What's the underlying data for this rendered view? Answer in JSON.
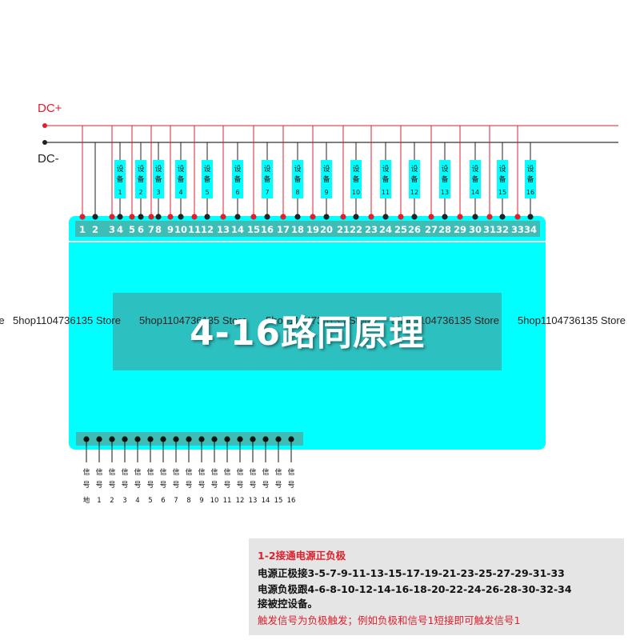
{
  "power": {
    "positive_label": "DC+",
    "negative_label": "DC-"
  },
  "terminals": [
    "1",
    "2",
    "3",
    "4",
    "5",
    "6",
    "7",
    "8",
    "9",
    "10",
    "11",
    "12",
    "13",
    "14",
    "15",
    "16",
    "17",
    "18",
    "19",
    "20",
    "21",
    "22",
    "23",
    "24",
    "25",
    "26",
    "27",
    "28",
    "29",
    "30",
    "31",
    "32",
    "33",
    "34"
  ],
  "devices": [
    {
      "chars": [
        "设",
        "备"
      ],
      "num": "1"
    },
    {
      "chars": [
        "设",
        "备"
      ],
      "num": "2"
    },
    {
      "chars": [
        "设",
        "备"
      ],
      "num": "3"
    },
    {
      "chars": [
        "设",
        "备"
      ],
      "num": "4"
    },
    {
      "chars": [
        "设",
        "备"
      ],
      "num": "5"
    },
    {
      "chars": [
        "设",
        "备"
      ],
      "num": "6"
    },
    {
      "chars": [
        "设",
        "备"
      ],
      "num": "7"
    },
    {
      "chars": [
        "设",
        "备"
      ],
      "num": "8"
    },
    {
      "chars": [
        "设",
        "备"
      ],
      "num": "9"
    },
    {
      "chars": [
        "设",
        "备"
      ],
      "num": "10"
    },
    {
      "chars": [
        "设",
        "备"
      ],
      "num": "11"
    },
    {
      "chars": [
        "设",
        "备"
      ],
      "num": "12"
    },
    {
      "chars": [
        "设",
        "备"
      ],
      "num": "13"
    },
    {
      "chars": [
        "设",
        "备"
      ],
      "num": "14"
    },
    {
      "chars": [
        "设",
        "备"
      ],
      "num": "15"
    },
    {
      "chars": [
        "设",
        "备"
      ],
      "num": "16"
    }
  ],
  "signals": [
    {
      "chars": [
        "信",
        "号"
      ],
      "label": "地"
    },
    {
      "chars": [
        "信",
        "号"
      ],
      "label": "1"
    },
    {
      "chars": [
        "信",
        "号"
      ],
      "label": "2"
    },
    {
      "chars": [
        "信",
        "号"
      ],
      "label": "3"
    },
    {
      "chars": [
        "信",
        "号"
      ],
      "label": "4"
    },
    {
      "chars": [
        "信",
        "号"
      ],
      "label": "5"
    },
    {
      "chars": [
        "信",
        "号"
      ],
      "label": "6"
    },
    {
      "chars": [
        "信",
        "号"
      ],
      "label": "7"
    },
    {
      "chars": [
        "信",
        "号"
      ],
      "label": "8"
    },
    {
      "chars": [
        "信",
        "号"
      ],
      "label": "9"
    },
    {
      "chars": [
        "信",
        "号"
      ],
      "label": "10"
    },
    {
      "chars": [
        "信",
        "号"
      ],
      "label": "11"
    },
    {
      "chars": [
        "信",
        "号"
      ],
      "label": "12"
    },
    {
      "chars": [
        "信",
        "号"
      ],
      "label": "13"
    },
    {
      "chars": [
        "信",
        "号"
      ],
      "label": "14"
    },
    {
      "chars": [
        "信",
        "号"
      ],
      "label": "15"
    },
    {
      "chars": [
        "信",
        "号"
      ],
      "label": "16"
    }
  ],
  "watermark": {
    "segments": [
      "re",
      "5hop1104736135 Store",
      "5hop1104736135 Store",
      "5hop1104736135 Store",
      "5hop1104736135 Store",
      "5hop1104736135 Store"
    ]
  },
  "title": "4-16路同原理",
  "notes": {
    "line0": "1-2接通电源正负极",
    "line1": "电源正极接3-5-7-9-11-13-15-17-19-21-23-25-27-29-31-33",
    "line2": "电源负极跟4-6-8-10-12-14-16-18-20-22-24-26-28-30-32-34",
    "line3": "接被控设备。",
    "line4": "触发信号为负极触发；例如负极和信号1短接即可触发信号1"
  },
  "colors": {
    "board": "#00ffff",
    "terminal_strip": "#3dbdb5",
    "title_band": "#2fbdbd",
    "device_box": "#00ffff",
    "positive_wire": "#e0202c",
    "negative_wire": "#222222",
    "note_red": "#e0202c"
  }
}
